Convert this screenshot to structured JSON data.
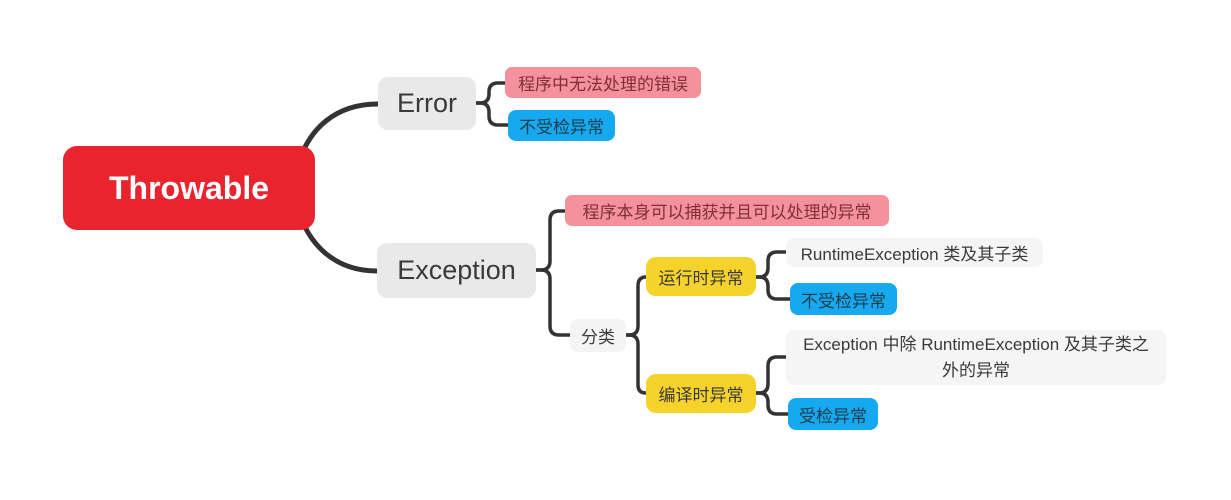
{
  "diagram": {
    "type": "mindmap",
    "root": {
      "label": "Throwable"
    },
    "branches": {
      "error": {
        "label": "Error",
        "desc": "程序中无法处理的错误",
        "tag": "不受检异常"
      },
      "exception": {
        "label": "Exception",
        "desc": "程序本身可以捕获并且可以处理的异常",
        "category": {
          "label": "分类",
          "runtime": {
            "label": "运行时异常",
            "desc": "RuntimeException 类及其子类",
            "tag": "不受检异常"
          },
          "compile": {
            "label": "编译时异常",
            "desc": "Exception 中除 RuntimeException 及其子类之外的异常",
            "tag": "受检异常"
          }
        }
      }
    },
    "colors": {
      "root_bg": "#E9242F",
      "root_text": "#FFFFFF",
      "main_topic_bg": "#E9E9E9",
      "pink_bg": "#F4919B",
      "pink_text": "#7F3136",
      "blue_bg": "#16A9EF",
      "blue_text": "#1D3C4C",
      "yellow_bg": "#F6D32B",
      "light_gray_bg": "#F5F5F5",
      "default_text": "#3A3A3A",
      "connector_line": "#333333"
    }
  }
}
